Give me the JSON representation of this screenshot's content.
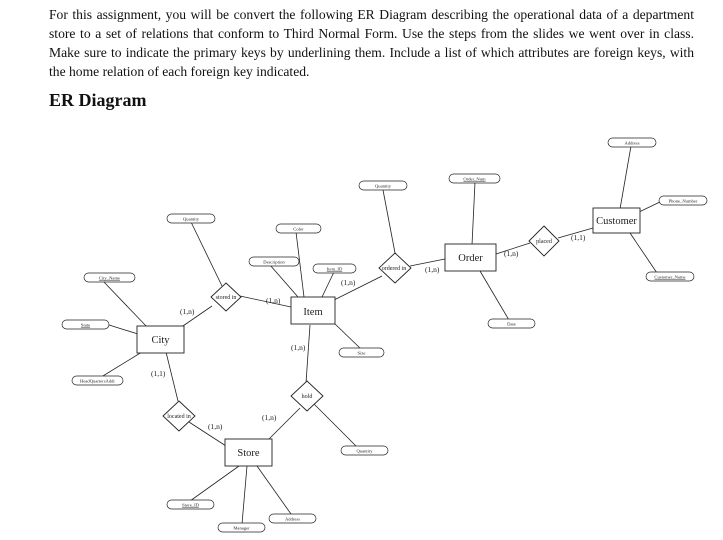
{
  "instructions": "For this assignment, you will be convert the following ER Diagram describing the operational data of a department store to a set of relations that conform to Third Normal Form. Use the steps from the slides we went over in class. Make sure to indicate the primary keys by underlining them. Include a list of which attributes are foreign keys, with the home relation of each foreign key indicated.",
  "heading": "ER Diagram",
  "diagram": {
    "entities": {
      "city": "City",
      "item": "Item",
      "order": "Order",
      "customer": "Customer",
      "store": "Store"
    },
    "relationships": {
      "stored_in": "stored in",
      "ordered_in": "ordered in",
      "placed": "placed",
      "hold": "hold",
      "located_in": "located in"
    },
    "attributes": {
      "city_name": "City_Name",
      "state": "State",
      "hq_addr": "HeadQuartersAddr",
      "stored_quantity": "Quantity",
      "color": "Color",
      "description": "Description",
      "item_id": "Item_ID",
      "size": "Size",
      "ordered_quantity": "Quantity",
      "order_num": "Order_Num",
      "date": "Date",
      "address_customer": "Address",
      "phone_number": "Phone_Number",
      "customer_name": "Customer_Name",
      "hold_quantity": "Quantity",
      "store_id": "Store_ID",
      "manager": "Manager",
      "address_store": "Address"
    },
    "cardinalities": {
      "city_stored": "(1,n)",
      "item_stored": "(1,n)",
      "item_ordered": "(1,n)",
      "order_ordered": "(1,n)",
      "order_placed": "(1,n)",
      "customer_placed": "(1,1)",
      "item_hold": "(1,n)",
      "store_hold": "(1,n)",
      "city_located": "(1,1)",
      "store_located": "(1,n)"
    }
  }
}
